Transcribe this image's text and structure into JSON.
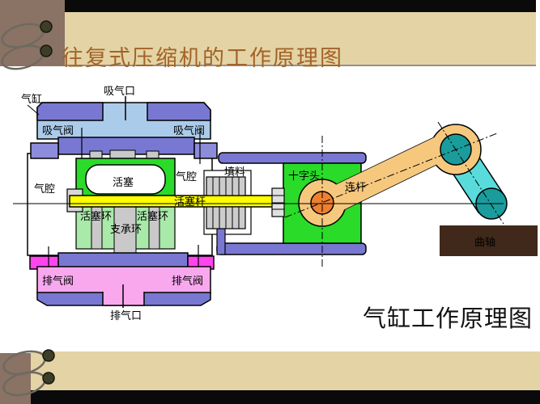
{
  "slide": {
    "title": "往复式压缩机的工作原理图",
    "caption": "气缸工作原理图"
  },
  "diagram": {
    "labels": {
      "cylinder": "气缸",
      "suction_port": "吸气口",
      "suction_valve": "吸气阀",
      "gas_chamber": "气腔",
      "piston": "活塞",
      "piston_rod": "活塞杆",
      "piston_ring": "活塞环",
      "support_ring": "支承环",
      "packing": "填料",
      "crosshead": "十字头",
      "connecting_rod": "连杆",
      "crankshaft": "曲轴",
      "discharge_valve": "排气阀",
      "discharge_port": "排气口"
    },
    "colors": {
      "periwinkle": "#7878d2",
      "light_blue": "#abcbea",
      "green": "#2adb2a",
      "light_green": "#a9e9a9",
      "yellow": "#ffff00",
      "magenta": "#ff44ee",
      "pink": "#f9a8ee",
      "rod_tan": "#f6c87e",
      "pin_orange": "#ee8030",
      "teal": "#1a9c9c",
      "light_teal": "#59dbdb",
      "gray": "#c9c9c9",
      "crank_box": "#40291a",
      "crank_text": "#93836f",
      "panel_tan": "#e4d3a5",
      "panel_brown": "#8a7264",
      "title_color": "#a26428"
    }
  }
}
